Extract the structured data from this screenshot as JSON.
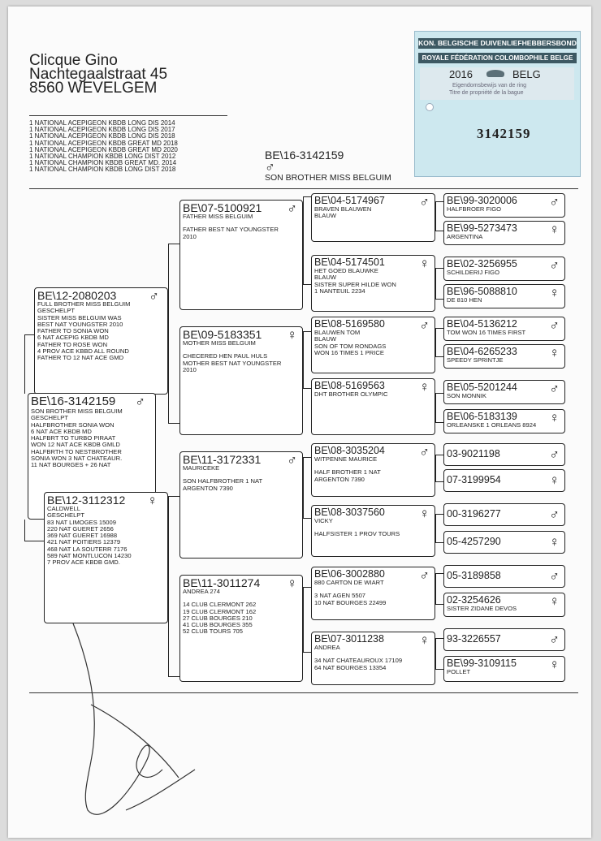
{
  "owner": {
    "name": "Clicque Gino",
    "street": "Nachtegaalstraat 45",
    "city": "8560  WEVELGEM"
  },
  "achievements": [
    "1 NATIONAL ACEPIGEON KBDB LONG DIS 2014",
    "1 NATIONAL ACEPIGEON KBDB LONG DIS 2017",
    "1 NATIONAL ACEPIGEON KBDB LONG DIS 2018",
    "1 NATIONAL ACEPIGEON KBDB GREAT MD 2018",
    "1 NATIONAL ACEPIGEON KBDB GREAT MD 2020",
    "1 NATIONAL CHAMPION KBDB LONG DIST 2012",
    "1 NATIONAL CHAMPION KBDB GREAT MD. 2014",
    "1 NATIONAL CHAMPION KBDB LONG DIST 2018"
  ],
  "subject": {
    "ring": "BE\\16-3142159",
    "title": "SON BROTHER MISS BELGUIM"
  },
  "stamp": {
    "line1": "KON. BELGISCHE DUIVENLIEFHEBBERSBOND",
    "line2": "ROYALE FÉDÉRATION COLOMBOPHILE BELGE",
    "year": "2016",
    "country": "BELG",
    "nl": "Eigendomsbewijs van de ring",
    "fr": "Titre de propriété de la bague",
    "number": "3142159"
  },
  "symbols": {
    "male": "♂",
    "female": "♀"
  },
  "pigeons": {
    "gen1": {
      "ring": "BE\\16-3142159",
      "lines": [
        "SON BROTHER MISS BELGUIM",
        "GESCHELPT",
        "HALFBROTHER SONIA WON",
        "6 NAT ACE KBDB MD",
        "HALFBRT TO TURBO PIRAAT",
        "WON 12 NAT ACE KBDB GMLD",
        "HALFBRTH TO NESTBROTHER",
        "SONIA WON 3 NAT CHATEAUR.",
        "11 NAT BOURGES + 26 NAT"
      ]
    },
    "sire": {
      "ring": "BE\\12-2080203",
      "lines": [
        "FULL BROTHER MISS BELGUIM",
        "GESCHELPT",
        "SISTER MISS BELGUIM WAS",
        "BEST NAT YOUNGSTER 2010",
        "FATHER TO SONIA WON",
        "6 NAT ACEPIG KBDB MD",
        "FATHER TO ROSE WON",
        "4 PROV ACE KBBD ALL ROUND",
        "FATHER TO 12 NAT ACE GMD"
      ]
    },
    "dam": {
      "ring": "BE\\12-3112312",
      "lines": [
        "CALDWELL",
        "GESCHELPT",
        "83 NAT LIMOGES 15009",
        "220 NAT GUERET 2656",
        "369 NAT GUERET 16988",
        "421 NAT POITIERS 12379",
        "468 NAT LA SOUTERR 7176",
        "589 NAT MONTLUCON 14230",
        "7 PROV ACE KBDB GMD."
      ]
    },
    "ss": {
      "ring": "BE\\07-5100921",
      "lines": [
        "FATHER MISS BELGUIM",
        "",
        "FATHER BEST NAT YOUNGSTER",
        "2010"
      ]
    },
    "sd": {
      "ring": "BE\\09-5183351",
      "lines": [
        "MOTHER MISS BELGUIM",
        "",
        "CHECERED HEN PAUL HULS",
        "MOTHER BEST NAT YOUNGSTER",
        "2010"
      ]
    },
    "ds": {
      "ring": "BE\\11-3172331",
      "lines": [
        "MAURICEKE",
        "",
        "SON HALFBROTHER 1 NAT",
        "ARGENTON 7390"
      ]
    },
    "dd": {
      "ring": "BE\\11-3011274",
      "lines": [
        "ANDREA 274",
        "",
        "14 CLUB CLERMONT 262",
        "19 CLUB CLERMONT 162",
        "27 CLUB BOURGES 210",
        "41 CLUB BOURGES 355",
        "52 CLUB TOURS 705"
      ]
    },
    "g1": {
      "ring": "BE\\04-5174967",
      "lines": [
        "BRAVEN BLAUWEN",
        "BLAUW"
      ]
    },
    "g2": {
      "ring": "BE\\04-5174501",
      "lines": [
        "HET GOED BLAUWKE",
        "BLAUW",
        "SISTER SUPER HILDE WON",
        "1 NANTEUIL 2234"
      ]
    },
    "g3": {
      "ring": "BE\\08-5169580",
      "lines": [
        "BLAUWEN TOM",
        "BLAUW",
        "SON OF TOM RONDAGS",
        "WON 16 TIMES 1 PRICE"
      ]
    },
    "g4": {
      "ring": "BE\\08-5169563",
      "lines": [
        "DHT BROTHER OLYMPIC"
      ]
    },
    "g5": {
      "ring": "BE\\08-3035204",
      "lines": [
        "WITPENNE MAURICE",
        "",
        "HALF BROTHER 1 NAT",
        "ARGENTON 7390"
      ]
    },
    "g6": {
      "ring": "BE\\08-3037560",
      "lines": [
        "VICKY",
        "",
        "HALFSISTER 1 PROV TOURS"
      ]
    },
    "g7": {
      "ring": "BE\\06-3002880",
      "lines": [
        "880 CARTON DE WIART",
        "",
        "3 NAT AGEN 5507",
        "10 NAT BOURGES 22499"
      ]
    },
    "g8": {
      "ring": "BE\\07-3011238",
      "lines": [
        "ANDREA",
        "",
        "34 NAT CHATEAUROUX 17109",
        "64 NAT BOURGES 13354"
      ]
    },
    "h1": {
      "ring": "BE\\99-3020006",
      "lines": [
        "HALFBROER FIGO"
      ]
    },
    "h2": {
      "ring": "BE\\99-5273473",
      "lines": [
        "ARGENTINA"
      ]
    },
    "h3": {
      "ring": "BE\\02-3256955",
      "lines": [
        "SCHILDERIJ FIGO"
      ]
    },
    "h4": {
      "ring": "BE\\96-5088810",
      "lines": [
        "DE 810 HEN"
      ]
    },
    "h5": {
      "ring": "BE\\04-5136212",
      "lines": [
        "TOM  WON 16 TIMES FIRST"
      ]
    },
    "h6": {
      "ring": "BE\\04-6265233",
      "lines": [
        "SPEEDY SPRINTJE"
      ]
    },
    "h7": {
      "ring": "BE\\05-5201244",
      "lines": [
        "SON MONNIK"
      ]
    },
    "h8": {
      "ring": "BE\\06-5183139",
      "lines": [
        "ORLEANSKE 1 ORLEANS 8924"
      ]
    },
    "h9": {
      "ring": "03-9021198",
      "lines": []
    },
    "h10": {
      "ring": "07-3199954",
      "lines": []
    },
    "h11": {
      "ring": "00-3196277",
      "lines": []
    },
    "h12": {
      "ring": "05-4257290",
      "lines": []
    },
    "h13": {
      "ring": "05-3189858",
      "lines": []
    },
    "h14": {
      "ring": "02-3254626",
      "lines": [
        "SISTER ZIDANE DEVOS"
      ]
    },
    "h15": {
      "ring": "93-3226557",
      "lines": []
    },
    "h16": {
      "ring": "BE\\99-3109115",
      "lines": [
        "POLLET"
      ]
    }
  }
}
